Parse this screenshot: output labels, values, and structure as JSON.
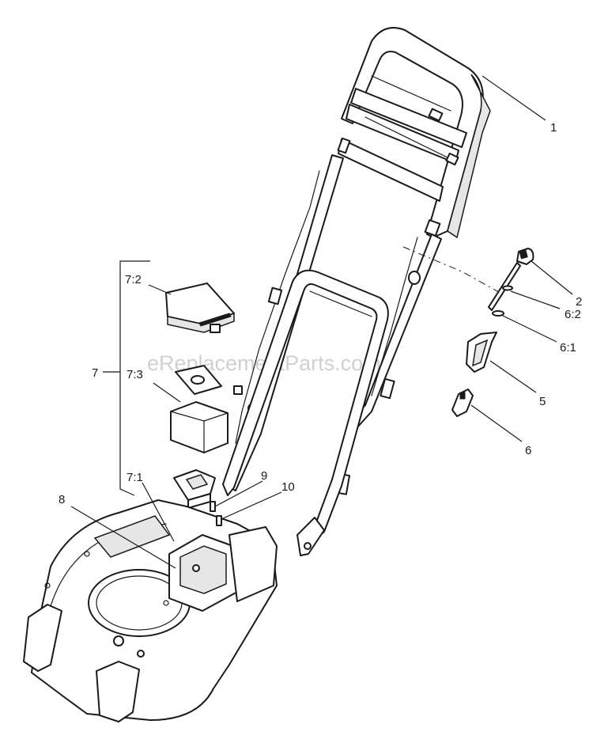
{
  "watermark": "eReplacementParts.com",
  "callouts": {
    "c1": "1",
    "c2": "2",
    "c6_2": "6:2",
    "c6_1": "6:1",
    "c5": "5",
    "c6": "6",
    "c7": "7",
    "c7_2": "7:2",
    "c7_3": "7:3",
    "c7_1": "7:1",
    "c8": "8",
    "c9": "9",
    "c10": "10"
  }
}
